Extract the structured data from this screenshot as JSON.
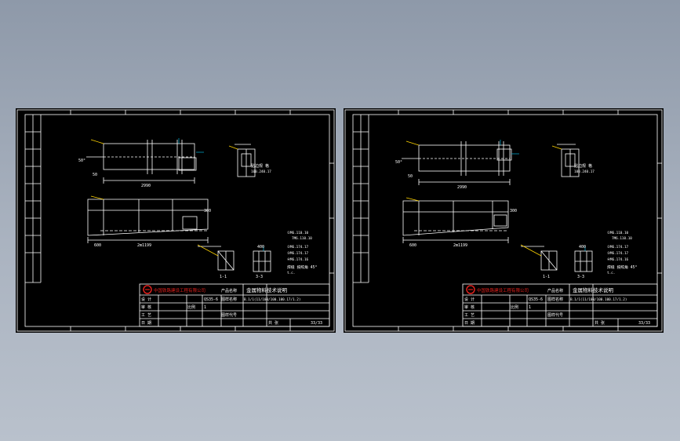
{
  "colors": {
    "background": "#9aa4b2",
    "sheet": "#000000",
    "line": "#ffffff",
    "accent_red": "#e0201c",
    "accent_yellow": "#ffd400",
    "accent_cyan": "#00d0ff"
  },
  "company_logo_text": "中国铁路建设工程有限公司",
  "sheets": [
    {
      "id": "left",
      "title_block": {
        "product_label": "产品名称",
        "product_name": "金属物料技术说明",
        "part_label": "图样名称",
        "part_code": "B.1/1(11/100/100.100.17/1.2)",
        "drawing_no_label": "图样代号",
        "scale_label": "比例",
        "doc_no": "QS35-6",
        "qty": "1",
        "sheet_label": "共 张",
        "sheet_no": "33/33",
        "row_labels": [
          "设 计",
          "审 核",
          "工 艺",
          "日 期"
        ]
      },
      "notes": [
        "①M6.110.10",
        "7M6.110.10",
        "②M6.174.17",
        "③M6.174.17",
        "④M6.174.16",
        "焊缝 按照角 45°",
        "t.c."
      ],
      "dims": {
        "top_len": "2990",
        "mid_len": "2m1199",
        "small_label": "贴边规 格",
        "small_code": "100.240.17",
        "left_300": "300",
        "small_50": "50",
        "angle": "50°",
        "sec_a": "1-1",
        "sec_b": "3-3",
        "dim_400": "400",
        "dim_600": "600"
      }
    },
    {
      "id": "right",
      "title_block": {
        "product_label": "产品名称",
        "product_name": "金属物料技术说明",
        "part_label": "图样名称",
        "part_code": "B.1/1(11/100/100.100.17/1.2)",
        "drawing_no_label": "图样代号",
        "scale_label": "比例",
        "doc_no": "QS35-6",
        "qty": "1",
        "sheet_label": "共 张",
        "sheet_no": "33/33",
        "row_labels": [
          "设 计",
          "审 核",
          "工 艺",
          "日 期"
        ]
      },
      "notes": [
        "①M6.110.10",
        "7M6.110.10",
        "②M6.174.17",
        "③M6.174.17",
        "④M6.174.16",
        "焊缝 按照角 45°",
        "t.c."
      ],
      "dims": {
        "top_len": "2990",
        "mid_len": "2m1199",
        "small_label": "贴边规 格",
        "small_code": "100.240.17",
        "left_300": "300",
        "small_50": "50",
        "angle": "50°",
        "sec_a": "1-1",
        "sec_b": "3-3",
        "dim_400": "400",
        "dim_600": "600"
      }
    }
  ]
}
